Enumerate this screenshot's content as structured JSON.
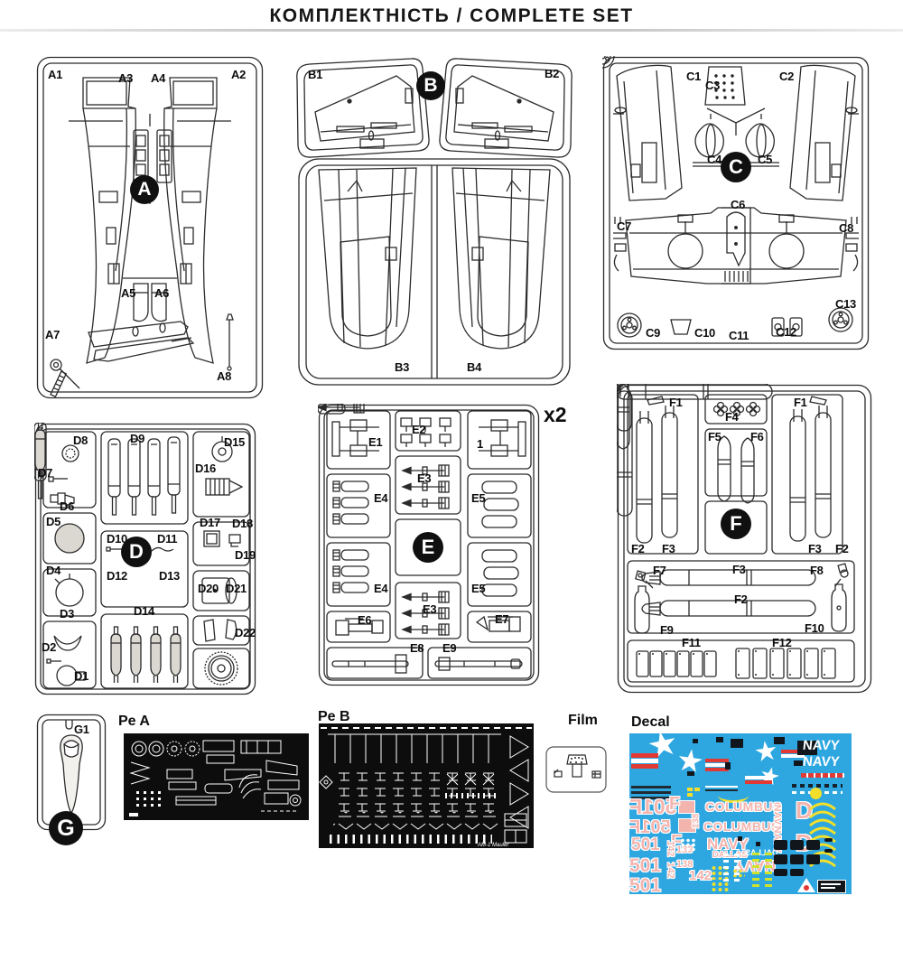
{
  "title": "КОМПЛЕКТНІСТЬ / COMPLETE SET",
  "sprues": {
    "a": {
      "badge": "A",
      "labels": {
        "a1": "A1",
        "a2": "A2",
        "a3": "A3",
        "a4": "A4",
        "a5": "A5",
        "a6": "A6",
        "a7": "A7",
        "a8": "A8"
      }
    },
    "b": {
      "badge": "B",
      "labels": {
        "b1": "B1",
        "b2": "B2",
        "b3": "B3",
        "b4": "B4"
      }
    },
    "c": {
      "badge": "C",
      "labels": {
        "c1": "C1",
        "c2": "C2",
        "c3": "C3",
        "c4": "C4",
        "c5": "C5",
        "c6": "C6",
        "c7": "C7",
        "c8": "C8",
        "c9": "C9",
        "c10": "C10",
        "c11": "C11",
        "c12": "C12",
        "c13": "C13"
      }
    },
    "d": {
      "badge": "D",
      "labels": {
        "d1": "D1",
        "d2": "D2",
        "d3": "D3",
        "d4": "D4",
        "d5": "D5",
        "d6": "D6",
        "d7": "D7",
        "d8": "D8",
        "d9": "D9",
        "d10": "D10",
        "d11": "D11",
        "d12": "D12",
        "d13": "D13",
        "d14": "D14",
        "d15": "D15",
        "d16": "D16",
        "d17": "D17",
        "d18": "D18",
        "d19": "D19",
        "d20": "D20",
        "d21": "D21",
        "d22": "D22"
      }
    },
    "e": {
      "badge": "E",
      "multiplier": "x2",
      "labels": {
        "e1": "E1",
        "e2": "E2",
        "e3": "E3",
        "e4": "E4",
        "e5": "E5",
        "e6": "E6",
        "e7": "E7",
        "e8": "E8",
        "e9": "E9",
        "one": "1"
      }
    },
    "f": {
      "badge": "F",
      "labels": {
        "f1": "F1",
        "f2": "F2",
        "f3": "F3",
        "f4": "F4",
        "f5": "F5",
        "f6": "F6",
        "f7": "F7",
        "f8": "F8",
        "f9": "F9",
        "f10": "F10",
        "f11": "F11",
        "f12": "F12"
      }
    },
    "g": {
      "badge": "G",
      "labels": {
        "g1": "G1"
      }
    }
  },
  "sections": {
    "pe_a_label": "Pe A",
    "pe_b_label": "Pe B",
    "pe_b_footnote": "AM-1 Mauler",
    "film_label": "Film",
    "decal_label": "Decal"
  },
  "decal": {
    "texts": {
      "navy": "NAVY",
      "columbus": "COLUMBUS",
      "dallas": "DALLAS",
      "code_501f": "501F",
      "letter_f": "F",
      "code_501": "501",
      "code_142": "142",
      "code_138": "138",
      "code_139": "139",
      "letter_d": "D"
    },
    "colors": {
      "sheet_blue": "#2EA7E0",
      "insignia_red": "#E23A33",
      "letter_pink": "#F3B4AE",
      "accent_yellow": "#F3DF2B",
      "detail_black": "#10161c",
      "white": "#ffffff"
    }
  }
}
